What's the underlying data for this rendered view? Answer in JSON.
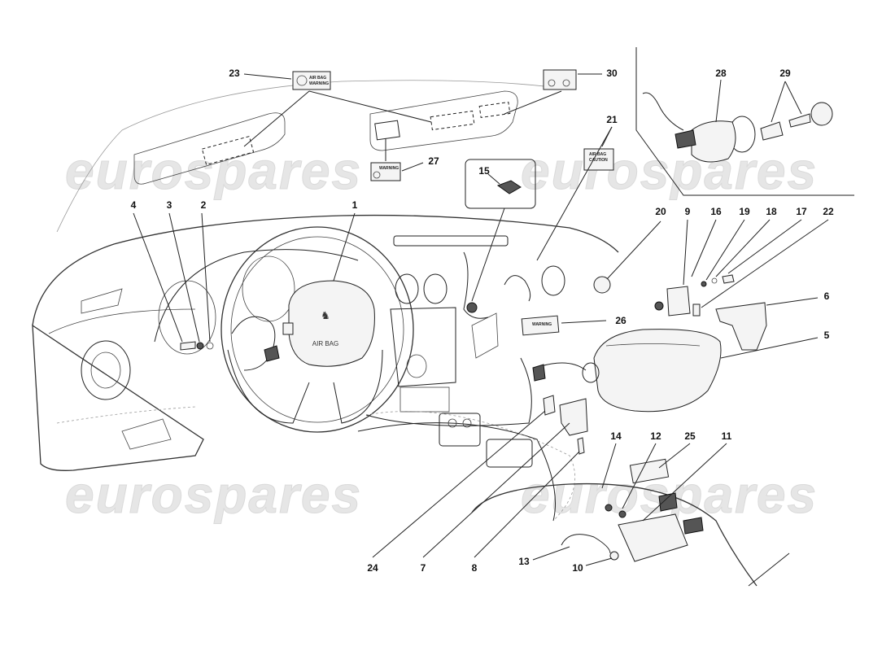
{
  "watermark": "eurospares",
  "labels": {
    "airbag_warning": "AIR BAG WARNING",
    "airbag_caution": "AIR BAG CAUTION",
    "warning": "WARNING",
    "airbag_text": "AIR BAG"
  },
  "callouts": [
    {
      "id": "1",
      "text": "1"
    },
    {
      "id": "2",
      "text": "2"
    },
    {
      "id": "3",
      "text": "3"
    },
    {
      "id": "4",
      "text": "4"
    },
    {
      "id": "5",
      "text": "5"
    },
    {
      "id": "6",
      "text": "6"
    },
    {
      "id": "7",
      "text": "7"
    },
    {
      "id": "8",
      "text": "8"
    },
    {
      "id": "9",
      "text": "9"
    },
    {
      "id": "10",
      "text": "10"
    },
    {
      "id": "11",
      "text": "11"
    },
    {
      "id": "12",
      "text": "12"
    },
    {
      "id": "13",
      "text": "13"
    },
    {
      "id": "14",
      "text": "14"
    },
    {
      "id": "15",
      "text": "15"
    },
    {
      "id": "16",
      "text": "16"
    },
    {
      "id": "17",
      "text": "17"
    },
    {
      "id": "18",
      "text": "18"
    },
    {
      "id": "19",
      "text": "19"
    },
    {
      "id": "20",
      "text": "20"
    },
    {
      "id": "21",
      "text": "21"
    },
    {
      "id": "22",
      "text": "22"
    },
    {
      "id": "23",
      "text": "23"
    },
    {
      "id": "24",
      "text": "24"
    },
    {
      "id": "25",
      "text": "25"
    },
    {
      "id": "26",
      "text": "26"
    },
    {
      "id": "27",
      "text": "27"
    },
    {
      "id": "28",
      "text": "28"
    },
    {
      "id": "29",
      "text": "29"
    },
    {
      "id": "30",
      "text": "30"
    }
  ]
}
